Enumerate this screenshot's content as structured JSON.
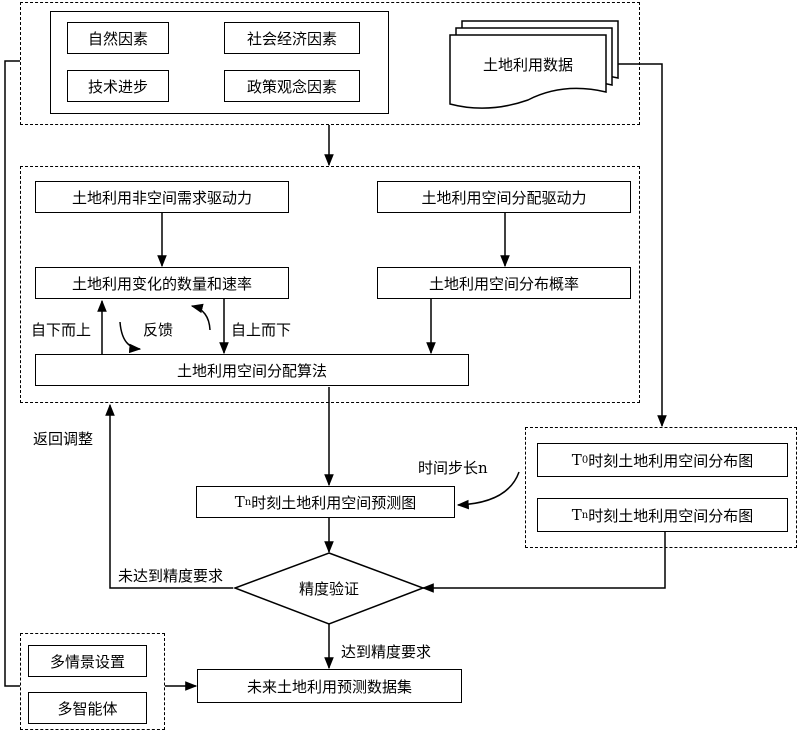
{
  "drivers": {
    "natural": "自然因素",
    "socioeconomic": "社会经济因素",
    "tech": "技术进步",
    "policy": "政策观念因素"
  },
  "land_use_data": "土地利用数据",
  "model": {
    "nonspatial_demand": "土地利用非空间需求驱动力",
    "spatial_alloc_driver": "土地利用空间分配驱动力",
    "quantity_rate": "土地利用变化的数量和速率",
    "spatial_prob": "土地利用空间分布概率",
    "bottom_up": "自下而上",
    "feedback": "反馈",
    "top_down": "自上而下",
    "algorithm": "土地利用空间分配算法"
  },
  "return_adjust": "返回调整",
  "time_step": "时间步长n",
  "t0_map_sub": "0",
  "tn_map_sub": "n",
  "map_suffix": "时刻土地利用空间分布图",
  "tn_pred_sub": "n",
  "tn_pred_suffix": "时刻土地利用空间预测图",
  "t_letter": "T",
  "not_met": "未达到精度要求",
  "accuracy_check": "精度验证",
  "met": "达到精度要求",
  "scenarios": "多情景设置",
  "multi_agent": "多智能体",
  "future_dataset": "未来土地利用预测数据集"
}
